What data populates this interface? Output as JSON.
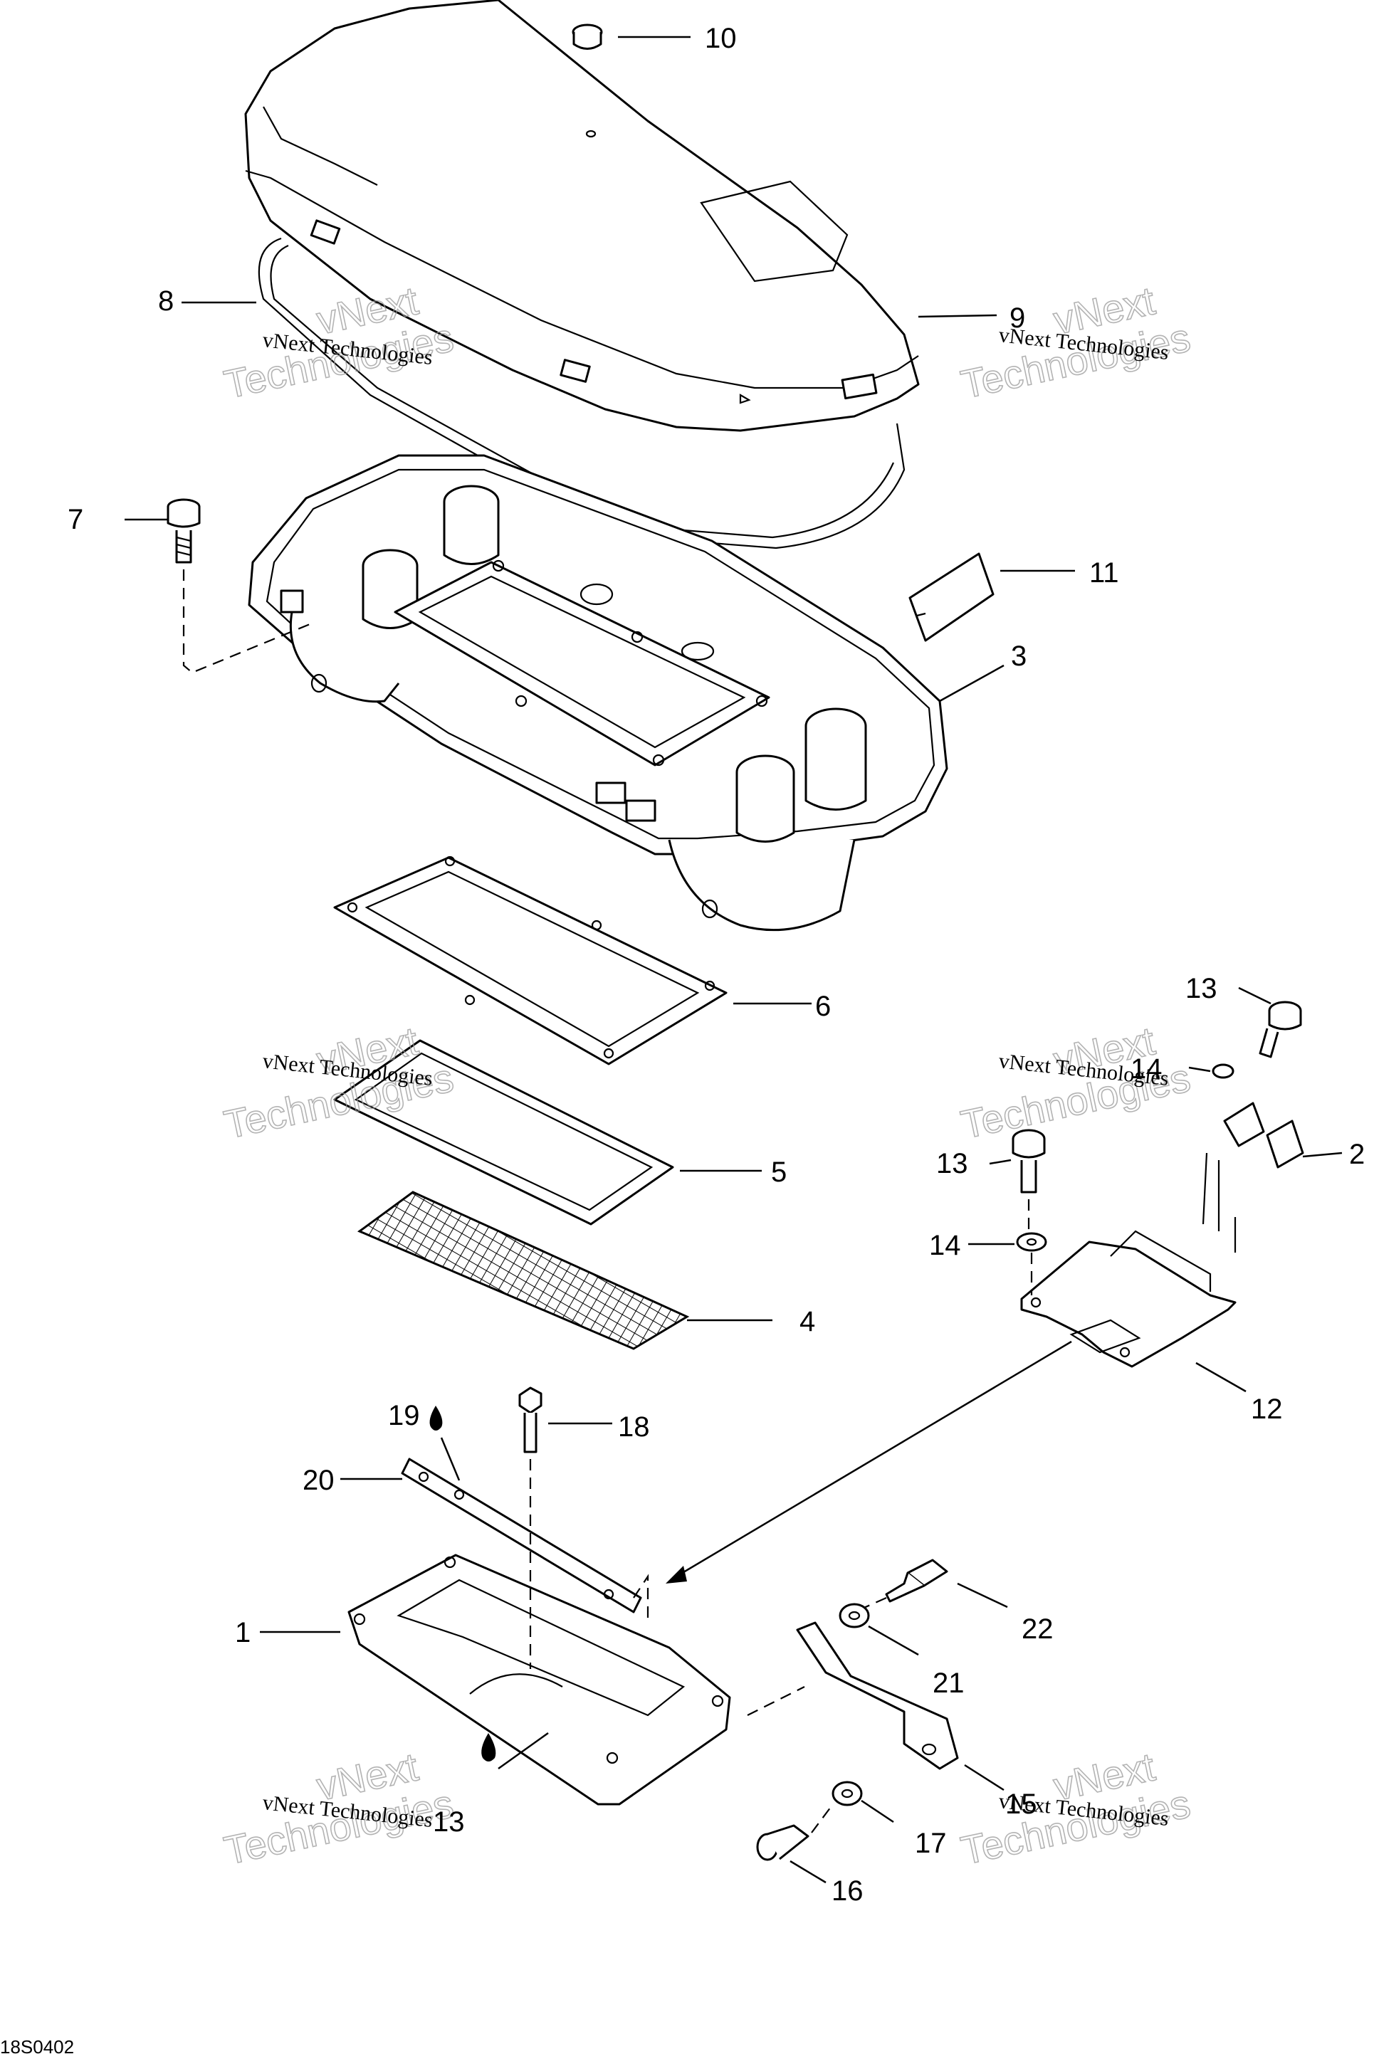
{
  "drawing_code": "18S0402",
  "watermark": {
    "line1": "vNext Technologies",
    "line2a": "vNext",
    "line2b": "Technologies"
  },
  "callouts": [
    {
      "id": "c10",
      "text": "10"
    },
    {
      "id": "c8",
      "text": "8"
    },
    {
      "id": "c9",
      "text": "9"
    },
    {
      "id": "c7",
      "text": "7"
    },
    {
      "id": "c11",
      "text": "11"
    },
    {
      "id": "c3",
      "text": "3"
    },
    {
      "id": "c6",
      "text": "6"
    },
    {
      "id": "c13a",
      "text": "13"
    },
    {
      "id": "c14a",
      "text": "14"
    },
    {
      "id": "c2",
      "text": "2"
    },
    {
      "id": "c5",
      "text": "5"
    },
    {
      "id": "c13b",
      "text": "13"
    },
    {
      "id": "c14b",
      "text": "14"
    },
    {
      "id": "c4",
      "text": "4"
    },
    {
      "id": "c12",
      "text": "12"
    },
    {
      "id": "c19",
      "text": "19"
    },
    {
      "id": "c18",
      "text": "18"
    },
    {
      "id": "c20",
      "text": "20"
    },
    {
      "id": "c22",
      "text": "22"
    },
    {
      "id": "c1",
      "text": "1"
    },
    {
      "id": "c21",
      "text": "21"
    },
    {
      "id": "c13c",
      "text": "13"
    },
    {
      "id": "c15",
      "text": "15"
    },
    {
      "id": "c17",
      "text": "17"
    },
    {
      "id": "c16",
      "text": "16"
    }
  ]
}
